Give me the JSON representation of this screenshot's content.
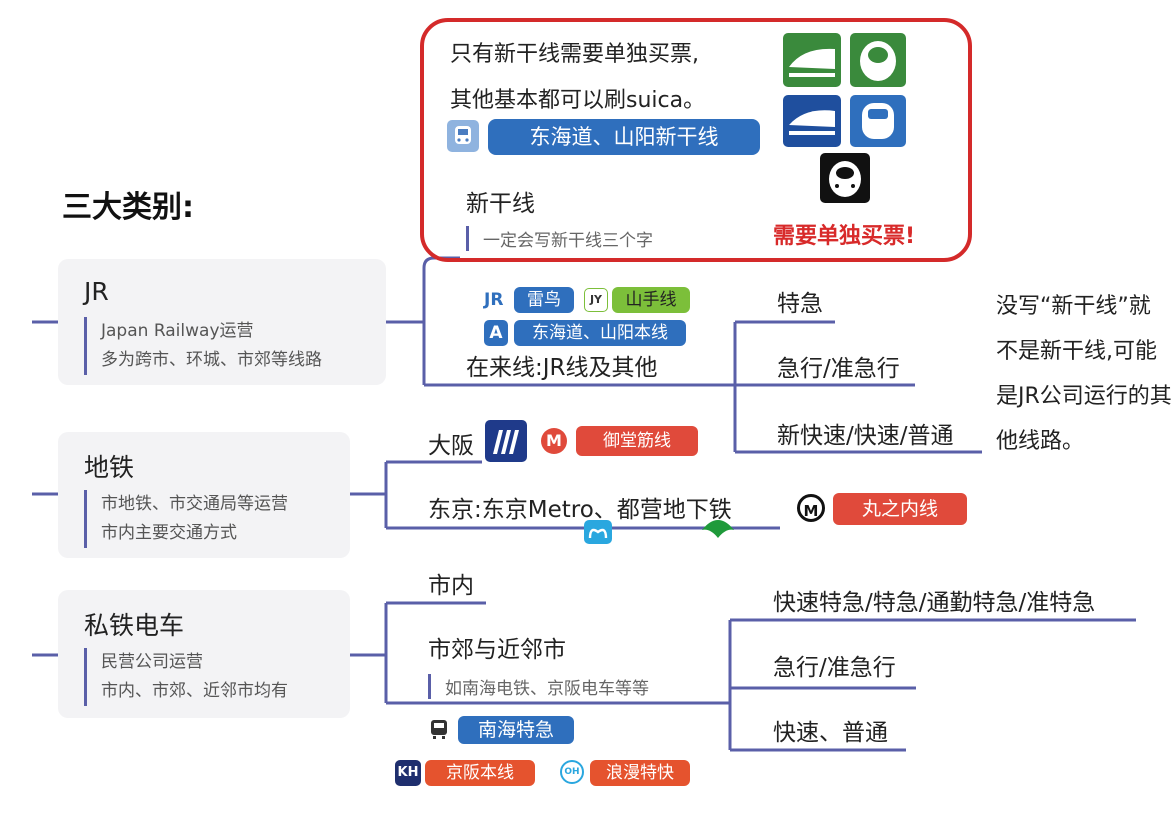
{
  "heading": "三大类别:",
  "shinkansen": {
    "intro_line1": "只有新干线需要单独买票,",
    "intro_line2": "其他基本都可以刷suica。",
    "line_badge": "东海道、山阳新干线",
    "title": "新干线",
    "note": "一定会写新干线三个字",
    "warning": "需要单独买票!"
  },
  "jr": {
    "title": "JR",
    "note_line1": "Japan Railway运营",
    "note_line2": "多为跨市、环城、市郊等线路",
    "badge_raicho": "雷鸟",
    "badge_jy_icon": "JY",
    "badge_yamanote": "山手线",
    "badge_a_icon": "A",
    "badge_tokaido": "东海道、山阳本线",
    "zairaisen": "在来线:JR线及其他",
    "types": [
      "特急",
      "急行/准急行",
      "新快速/快速/普通"
    ],
    "side_note": "没写“新干线”就不是新干线,可能是JR公司运行的其他线路。"
  },
  "subway": {
    "title": "地铁",
    "note_line1": "市地铁、市交通局等运营",
    "note_line2": "市内主要交通方式",
    "osaka": "大阪",
    "osaka_icon": "M",
    "midosuji": "御堂筋线",
    "tokyo": "东京:东京Metro、都营地下铁",
    "tokyo_icon": "M",
    "marunouchi": "丸之内线"
  },
  "private": {
    "title": "私铁电车",
    "note_line1": "民营公司运营",
    "note_line2": "市内、市郊、近邻市均有",
    "city": "市内",
    "suburb": "市郊与近邻市",
    "suburb_note": "如南海电铁、京阪电车等等",
    "types": [
      "快速特急/特急/通勤特急/准特急",
      "急行/准急行",
      "快速、普通"
    ],
    "nankai": "南海特急",
    "kh_icon": "KH",
    "keihan": "京阪本线",
    "oh_icon": "OH",
    "romance": "浪漫特快"
  },
  "colors": {
    "line": "#5a5fa8",
    "frame": "#d42a2a",
    "badge_blue": "#2f6fbd",
    "badge_red": "#e04a3b"
  }
}
